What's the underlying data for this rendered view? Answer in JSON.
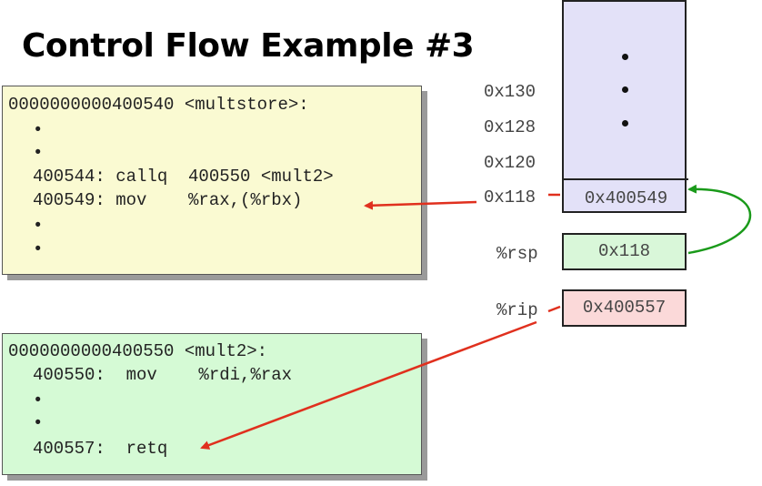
{
  "title": "Control Flow Example #3",
  "multstore_box": {
    "lines": [
      "0000000000400540 <multstore>:",
      "•",
      "•",
      "400544: callq  400550 <mult2>",
      "400549: mov    %rax,(%rbx)",
      "•",
      "•"
    ]
  },
  "mult2_box": {
    "lines": [
      "0000000000400550 <mult2>:",
      "400550:  mov    %rdi,%rax",
      "•",
      "•",
      "400557:  retq"
    ]
  },
  "stack": {
    "addresses": [
      "0x130",
      "0x128",
      "0x120",
      "0x118"
    ],
    "top_cell_value": "0x400549"
  },
  "registers": {
    "rsp": {
      "name": "%rsp",
      "value": "0x118"
    },
    "rip": {
      "name": "%rip",
      "value": "0x400557"
    }
  },
  "colors": {
    "multstore_bg": "#fafad2",
    "mult2_bg": "#d5fad5",
    "stack_bg": "#e3e1f8",
    "rsp_bg": "#d9f7d9",
    "rip_bg": "#fbd9d9",
    "red_arrow": "#e0301e",
    "green_arrow": "#1a9a1a"
  }
}
